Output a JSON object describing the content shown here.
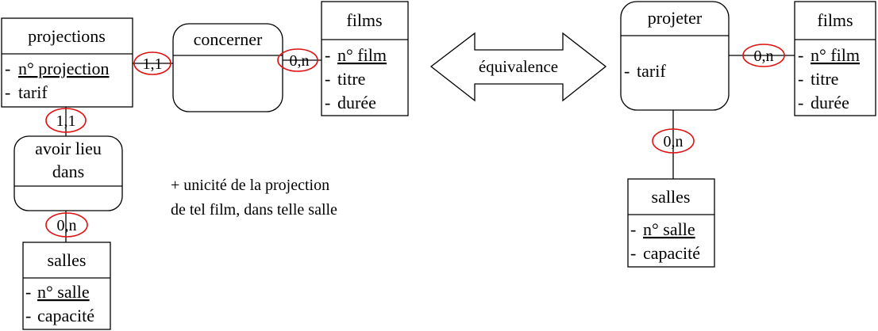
{
  "left": {
    "entity_projections": {
      "title": "projections",
      "attr1": "n° projection",
      "attr2": "tarif"
    },
    "relation_concerner": {
      "title": "concerner"
    },
    "entity_films": {
      "title": "films",
      "attr1": "n° film",
      "attr2": "titre",
      "attr3": "durée"
    },
    "relation_avoir_lieu": {
      "title_line1": "avoir lieu",
      "title_line2": "dans"
    },
    "entity_salles": {
      "title": "salles",
      "attr1": "n° salle",
      "attr2": "capacité"
    },
    "cardinalities": {
      "projections_concerner": "1,1",
      "concerner_films": "0,n",
      "projections_avoir": "1,1",
      "avoir_salles": "0,n"
    },
    "note_line1": "+ unicité de la projection",
    "note_line2": "de tel film, dans telle salle"
  },
  "equivalence_label": "équivalence",
  "right": {
    "relation_projeter": {
      "title": "projeter",
      "attr1": "tarif"
    },
    "entity_films": {
      "title": "films",
      "attr1": "n° film",
      "attr2": "titre",
      "attr3": "durée"
    },
    "entity_salles": {
      "title": "salles",
      "attr1": "n° salle",
      "attr2": "capacité"
    },
    "cardinalities": {
      "projeter_films": "0,n",
      "projeter_salles": "0,n"
    }
  }
}
